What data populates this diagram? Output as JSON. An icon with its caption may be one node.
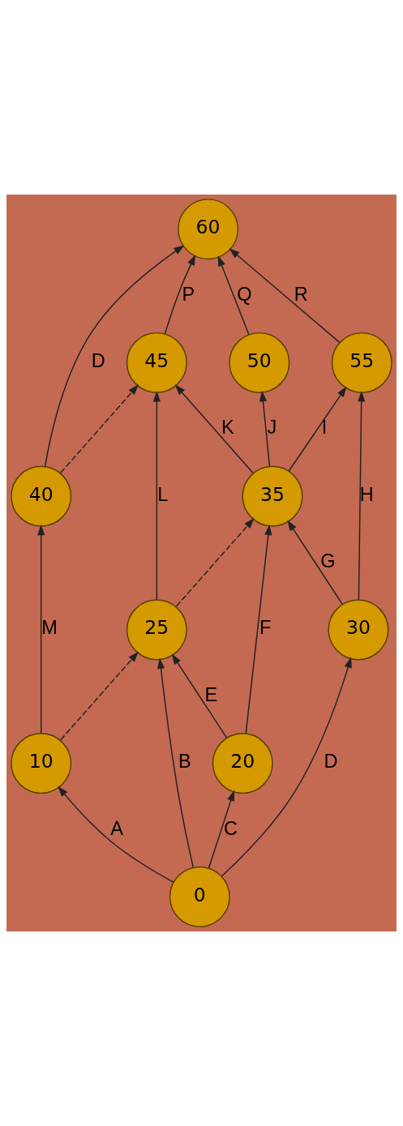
{
  "diagram": {
    "nodes": [
      {
        "text": [
          "0"
        ]
      },
      {
        "text": [
          "10"
        ]
      },
      {
        "text": [
          "20"
        ]
      },
      {
        "text": [
          "25"
        ]
      },
      {
        "text": [
          "30"
        ]
      },
      {
        "text": [
          "35"
        ]
      },
      {
        "text": [
          "40"
        ]
      },
      {
        "text": [
          "45"
        ]
      },
      {
        "text": [
          "50"
        ]
      },
      {
        "text": [
          "55"
        ]
      },
      {
        "text": [
          "60"
        ]
      }
    ],
    "edges": [
      {
        "from": 0,
        "to": 1,
        "arrow": "to",
        "label": "A"
      },
      {
        "from": 0,
        "to": 3,
        "arrow": "to",
        "label": "B"
      },
      {
        "from": 0,
        "to": 2,
        "arrow": "to",
        "label": "C"
      },
      {
        "from": 0,
        "to": 4,
        "arrow": "to",
        "label": "D"
      },
      {
        "from": 1,
        "to": 6,
        "arrow": "to",
        "label": "M"
      },
      {
        "from": 1,
        "to": 3,
        "arrow": "to",
        "style": "dashed"
      },
      {
        "from": 2,
        "to": 3,
        "arrow": "to",
        "label": "E"
      },
      {
        "from": 2,
        "to": 5,
        "arrow": "to",
        "label": "F"
      },
      {
        "from": 3,
        "to": 7,
        "arrow": "to",
        "label": "L"
      },
      {
        "from": 3,
        "to": 5,
        "arrow": "to",
        "style": "dashed"
      },
      {
        "from": 4,
        "to": 5,
        "arrow": "to",
        "label": "G"
      },
      {
        "from": 4,
        "to": 9,
        "arrow": "to",
        "label": "H"
      },
      {
        "from": 5,
        "to": 7,
        "arrow": "to",
        "label": "K"
      },
      {
        "from": 5,
        "to": 8,
        "arrow": "to",
        "label": "J"
      },
      {
        "from": 5,
        "to": 9,
        "arrow": "to",
        "label": "I"
      },
      {
        "from": 6,
        "to": 10,
        "arrow": "to",
        "label": "D"
      },
      {
        "from": 6,
        "to": 7,
        "arrow": "to",
        "style": "dashed"
      },
      {
        "from": 7,
        "to": 10,
        "arrow": "to",
        "label": "P"
      },
      {
        "from": 8,
        "to": 10,
        "arrow": "to",
        "label": "Q"
      },
      {
        "from": 9,
        "to": 10,
        "arrow": "to",
        "label": "R"
      }
    ]
  }
}
